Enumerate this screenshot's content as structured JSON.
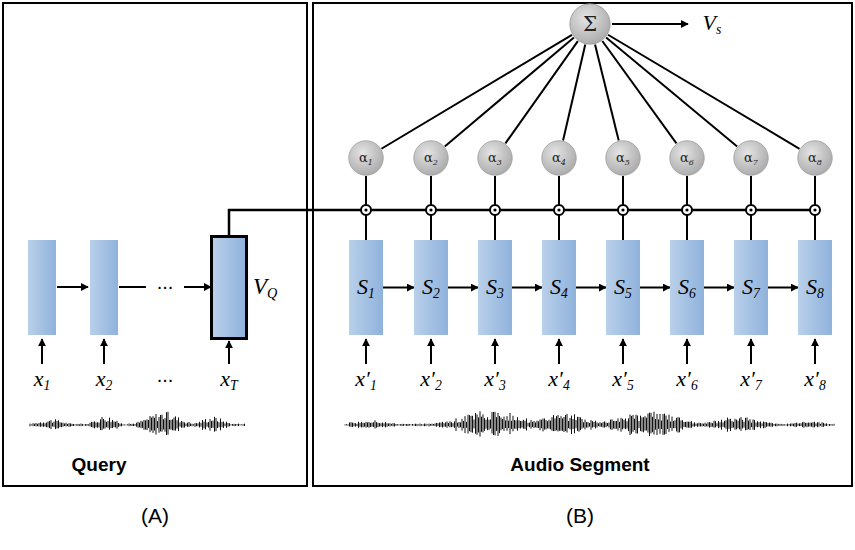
{
  "diagram": {
    "nodes": [
      {
        "text": [
          "Query"
        ]
      },
      {
        "text": [
          "VQ"
        ],
        "in": 0
      },
      {
        "text": [
          "Audio Segment"
        ]
      },
      {
        "text": [
          "Σ"
        ],
        "in": 2
      },
      {
        "text": [
          "α1"
        ],
        "in": 2
      },
      {
        "text": [
          "α2"
        ],
        "in": 2
      },
      {
        "text": [
          "α3"
        ],
        "in": 2
      },
      {
        "text": [
          "α4"
        ],
        "in": 2
      },
      {
        "text": [
          "α5"
        ],
        "in": 2
      },
      {
        "text": [
          "α6"
        ],
        "in": 2
      },
      {
        "text": [
          "α7"
        ],
        "in": 2
      },
      {
        "text": [
          "α8"
        ],
        "in": 2
      },
      {
        "text": [
          "S1"
        ],
        "in": 2
      },
      {
        "text": [
          "S2"
        ],
        "in": 2
      },
      {
        "text": [
          "S3"
        ],
        "in": 2
      },
      {
        "text": [
          "S4"
        ],
        "in": 2
      },
      {
        "text": [
          "S5"
        ],
        "in": 2
      },
      {
        "text": [
          "S6"
        ],
        "in": 2
      },
      {
        "text": [
          "S7"
        ],
        "in": 2
      },
      {
        "text": [
          "S8"
        ],
        "in": 2
      }
    ],
    "edges": [
      {
        "from": 12,
        "to": 13,
        "arrow": "to"
      },
      {
        "from": 13,
        "to": 14,
        "arrow": "to"
      },
      {
        "from": 14,
        "to": 15,
        "arrow": "to"
      },
      {
        "from": 15,
        "to": 16,
        "arrow": "to"
      },
      {
        "from": 16,
        "to": 17,
        "arrow": "to"
      },
      {
        "from": 17,
        "to": 18,
        "arrow": "to"
      },
      {
        "from": 18,
        "to": 19,
        "arrow": "to"
      },
      {
        "from": 12,
        "to": 4,
        "arrow": "none"
      },
      {
        "from": 13,
        "to": 5,
        "arrow": "none"
      },
      {
        "from": 14,
        "to": 6,
        "arrow": "none"
      },
      {
        "from": 15,
        "to": 7,
        "arrow": "none"
      },
      {
        "from": 16,
        "to": 8,
        "arrow": "none"
      },
      {
        "from": 17,
        "to": 9,
        "arrow": "none"
      },
      {
        "from": 18,
        "to": 10,
        "arrow": "none"
      },
      {
        "from": 19,
        "to": 11,
        "arrow": "none"
      },
      {
        "from": 4,
        "to": 3,
        "arrow": "none"
      },
      {
        "from": 5,
        "to": 3,
        "arrow": "none"
      },
      {
        "from": 6,
        "to": 3,
        "arrow": "none"
      },
      {
        "from": 7,
        "to": 3,
        "arrow": "none"
      },
      {
        "from": 8,
        "to": 3,
        "arrow": "none"
      },
      {
        "from": 9,
        "to": 3,
        "arrow": "none"
      },
      {
        "from": 10,
        "to": 3,
        "arrow": "none"
      },
      {
        "from": 11,
        "to": 3,
        "arrow": "none"
      }
    ],
    "labels": [
      "...",
      "x1",
      "x2",
      "...",
      "xT",
      "x′1",
      "x′2",
      "x′3",
      "x′4",
      "x′5",
      "x′6",
      "x′7",
      "x′8",
      "Vs",
      "(A)",
      "(B)"
    ]
  }
}
